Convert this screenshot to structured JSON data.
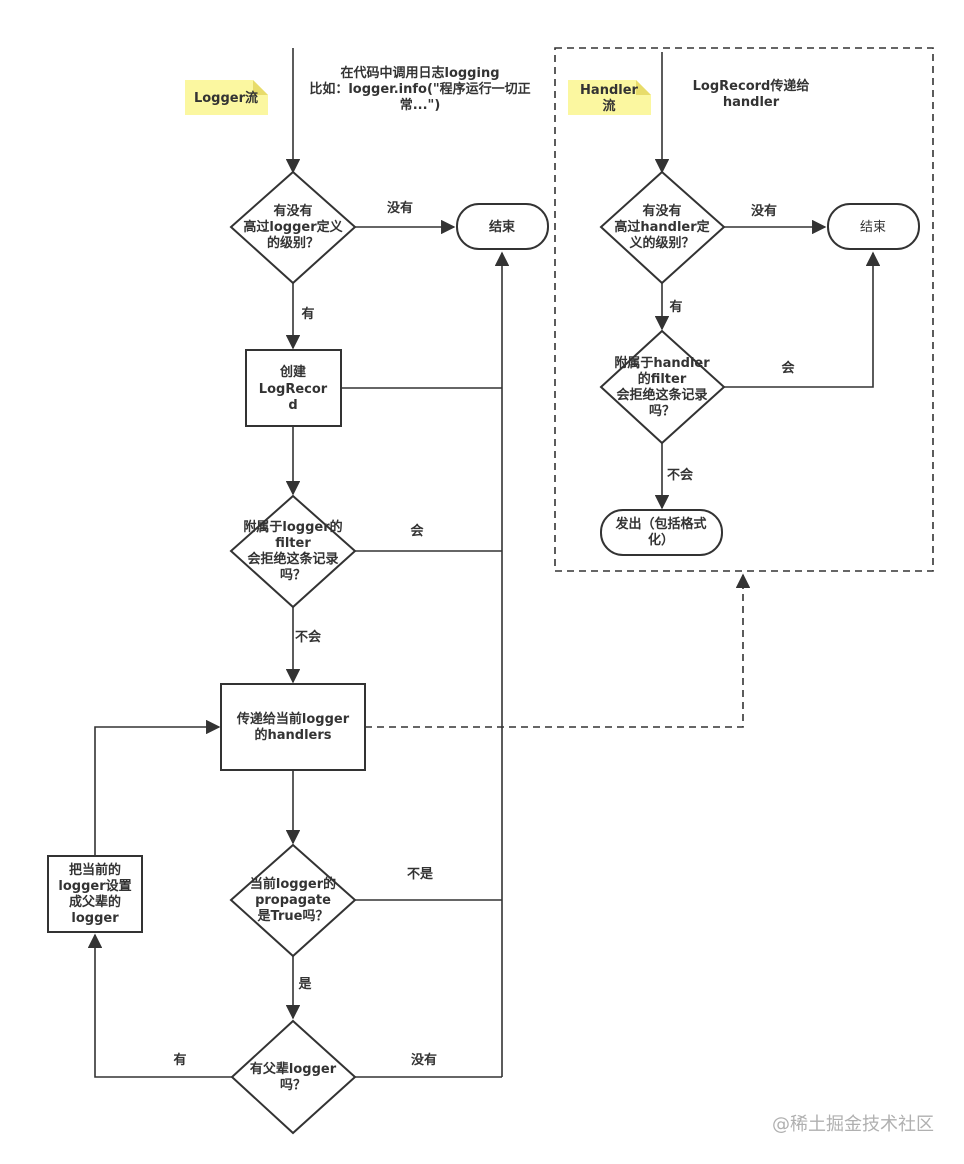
{
  "logger_flow": {
    "label": "Logger流",
    "call_note": [
      "在代码中调用日志logging",
      "比如：logger.info(\"程序运行一切正",
      "常...\")"
    ],
    "level_check": [
      "有没有",
      "高过logger定义",
      "的级别？"
    ],
    "level_no": "没有",
    "level_yes": "有",
    "end": "结束",
    "create_record": [
      "创建",
      "LogRecor",
      "d"
    ],
    "filter_check": [
      "附属于logger的",
      "filter",
      "会拒绝这条记录",
      "吗？"
    ],
    "filter_yes": "会",
    "filter_no": "不会",
    "pass_handlers": [
      "传递给当前logger",
      "的handlers"
    ],
    "propagate_check": [
      "当前logger的",
      "propagate",
      "是True吗？"
    ],
    "propagate_no": "不是",
    "propagate_yes": "是",
    "parent_check": [
      "有父辈logger",
      "吗？"
    ],
    "parent_yes": "有",
    "parent_no": "没有",
    "set_parent": [
      "把当前的",
      "logger设置",
      "成父辈的",
      "logger"
    ]
  },
  "handler_flow": {
    "label": [
      "Handler",
      "流"
    ],
    "pass_note": [
      "LogRecord传递给",
      "handler"
    ],
    "level_check": [
      "有没有",
      "高过handler定",
      "义的级别？"
    ],
    "level_no": "没有",
    "level_yes": "有",
    "end": "结束",
    "filter_check": [
      "附属于handler",
      "的filter",
      "会拒绝这条记录",
      "吗？"
    ],
    "filter_yes": "会",
    "filter_no": "不会",
    "emit": [
      "发出（包括格式",
      "化）"
    ]
  },
  "watermark": "@稀土掘金技术社区"
}
